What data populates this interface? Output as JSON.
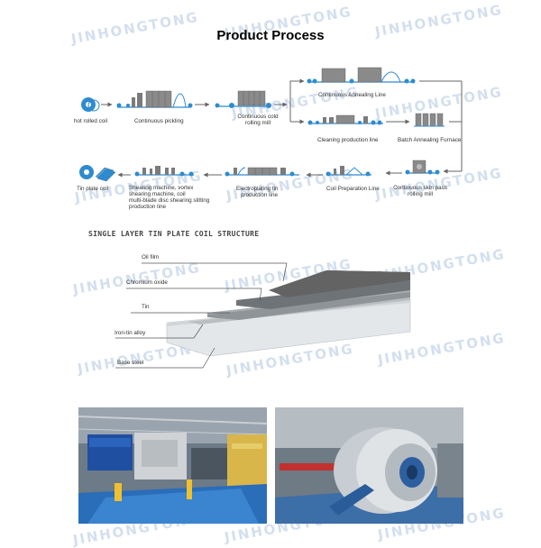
{
  "watermark": "JINHONGTONG",
  "title": "Product Process",
  "process": {
    "hot_rolled_coil": "hot rolled coil",
    "continuous_pickling": "Continuous pickling",
    "cold_rolling_line1": "Continuous cold",
    "cold_rolling_line2": "rolling mill",
    "continuous_annealing": "Continuous Annealing Line",
    "cleaning": "Cleaning production line",
    "batch_annealing": "Batch Annealing Furnace",
    "skin_pass_line1": "Continuous skin pass",
    "skin_pass_line2": "rolling mill",
    "coil_preparation": "Coil Preparation Line",
    "electroplating_line1": "Electroplating tin",
    "electroplating_line2": "production line",
    "shearing_line1": "Shearing machine, vortex",
    "shearing_line2": "shearing machine, coil",
    "shearing_line3": "multi-blade disc shearing slitting",
    "shearing_line4": "production line",
    "tin_plate_coil": "Tin plate coil"
  },
  "structure": {
    "title": "SINGLE LAYER TIN PLATE COIL  STRUCTURE",
    "layers": [
      "Oil film",
      "Chromium oxide",
      "Tin",
      "Iron-tin alloy",
      "Base steel"
    ]
  },
  "colors": {
    "roller": "#2e8bd0",
    "machine": "#7b7b7b",
    "line": "#666666",
    "watermark": "#d3dff0"
  }
}
